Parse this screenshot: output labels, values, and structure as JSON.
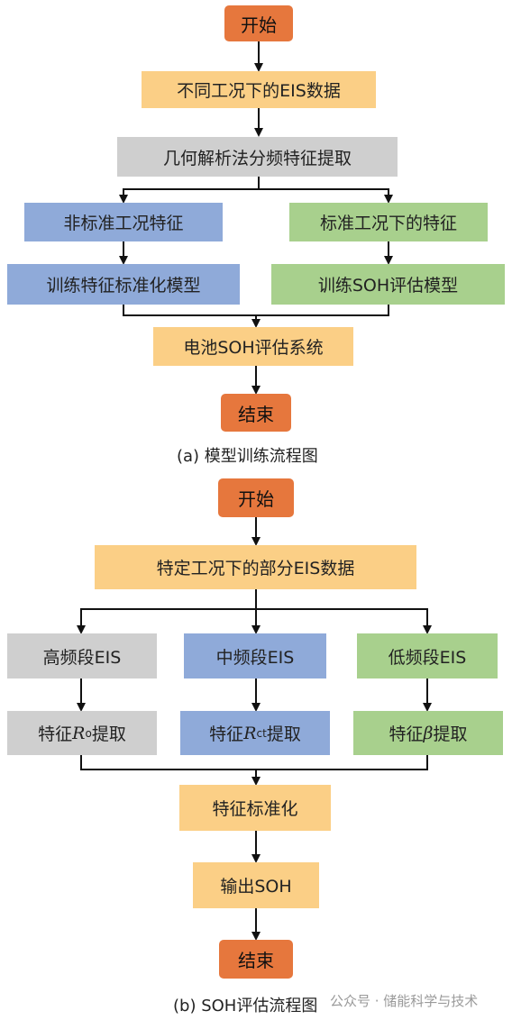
{
  "diagram_a": {
    "start": "开始",
    "eis_data": "不同工况下的EIS数据",
    "geometric": "几何解析法分频特征提取",
    "nonstandard": "非标准工况特征",
    "standard": "标准工况下的特征",
    "train_standardize": "训练特征标准化模型",
    "train_soh": "训练SOH评估模型",
    "battery_soh": "电池SOH评估系统",
    "end": "结束",
    "caption": "(a) 模型训练流程图"
  },
  "diagram_b": {
    "start": "开始",
    "eis_data": "特定工况下的部分EIS数据",
    "high_freq": "高频段EIS",
    "mid_freq": "中频段EIS",
    "low_freq": "低频段EIS",
    "feat_prefix": "特征",
    "extract_suffix": "提取",
    "r0_symbol": "R",
    "r0_sub": "o",
    "rct_symbol": "R",
    "rct_sub": "ct",
    "beta_symbol": "β",
    "standardize": "特征标准化",
    "output_soh": "输出SOH",
    "end": "结束",
    "caption": "(b) SOH评估流程图"
  },
  "watermark": "公众号 · 储能科学与技术",
  "colors": {
    "orange": "#e6773d",
    "yellow": "#fbcf86",
    "gray": "#cfcfcf",
    "blue": "#8faad9",
    "green": "#a8d08d"
  }
}
